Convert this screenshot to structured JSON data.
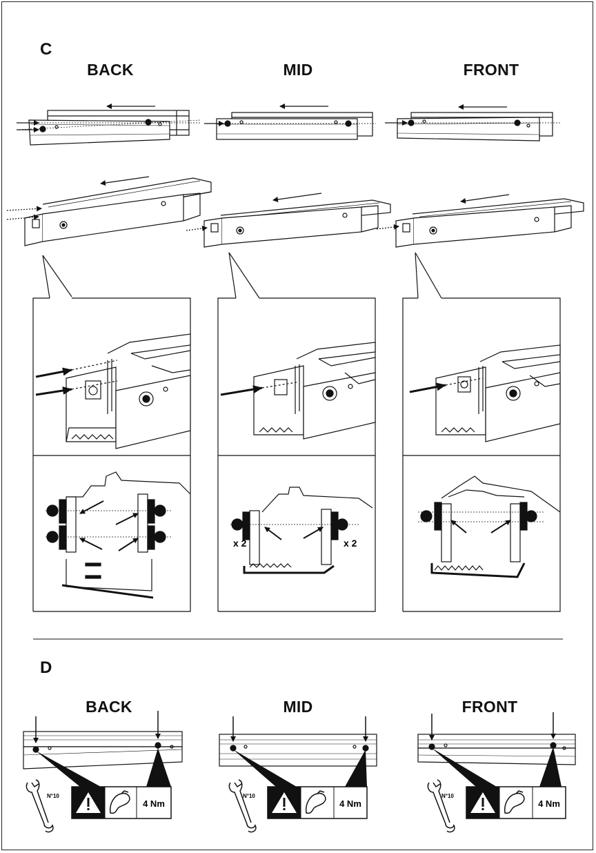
{
  "section_c": {
    "letter": "C",
    "columns": [
      {
        "title": "BACK"
      },
      {
        "title": "MID",
        "multiplier": "x 2"
      },
      {
        "title": "FRONT"
      }
    ]
  },
  "section_d": {
    "letter": "D",
    "columns": [
      {
        "title": "BACK",
        "wrench_size": "N°10",
        "torque": "4 Nm"
      },
      {
        "title": "MID",
        "wrench_size": "N°10",
        "torque": "4 Nm"
      },
      {
        "title": "FRONT",
        "wrench_size": "N°10",
        "torque": "4 Nm"
      }
    ],
    "icons": [
      "warning-icon",
      "strength-arm-icon",
      "wrench-icon"
    ]
  }
}
